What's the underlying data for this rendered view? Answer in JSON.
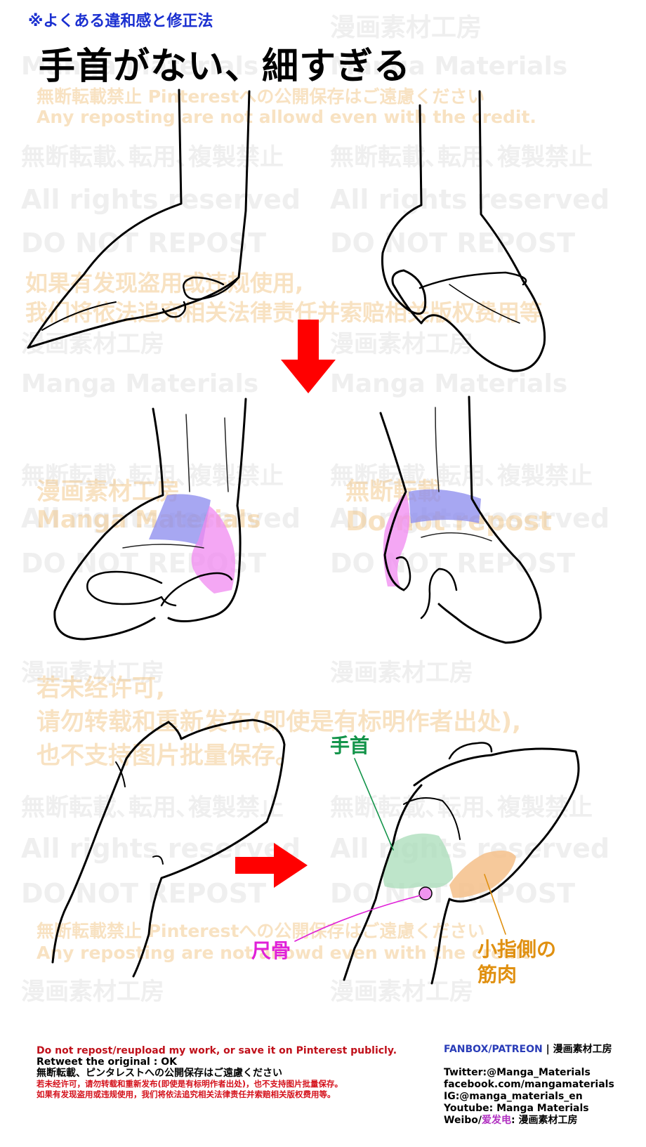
{
  "header": {
    "subtitle": "※よくある違和感と修正法",
    "title": "手首がない、細すぎる"
  },
  "watermarks": {
    "mm_jp": "漫画素材工房",
    "mm_en": "Manga Materials",
    "no_pin": "無断転載禁止 Pinterestへの公開保存はご遠慮ください",
    "any_repost": "Any reposting are not allowd even with the credit.",
    "mudan": "無断転載､転用､複製禁止",
    "rights": "All rights reserved",
    "dnr": "DO NOT REPOST",
    "zh1": "如果有发现盗用或违规使用,",
    "zh2": "我们将依法追究相关法律责任并索赔相关版权费用等",
    "mudan2": "無断転載",
    "do_not": "Do not repost",
    "zh3": "若未经许可,",
    "zh4": "请勿转载和重新发布(即使是有标明作者出处),",
    "zh5": "也不支持图片批量保存。"
  },
  "annotations": {
    "wrist": "手首",
    "ulna": "尺骨",
    "pinky_muscle_1": "小指側の",
    "pinky_muscle_2": "筋肉"
  },
  "colors": {
    "arrow": "#ff0000",
    "wrist_blue": "#8a8aee",
    "wrist_pink": "#f08af0",
    "wrist_green": "#a8dcb8",
    "muscle_orange": "#f4c08a",
    "label_green": "#13944a",
    "label_magenta": "#e020d8",
    "label_orange": "#e09010"
  },
  "footer": {
    "warning_en": "Do not repost/reupload my work, or save it on Pinterest publicly.",
    "retweet": "Retweet the original : OK",
    "warning_jp": "無断転載、ピンタレストへの公開保存はご遠慮ください",
    "warning_zh1": "若未经许可，请勿转载和重新发布(即使是有标明作者出处)，也不支持图片批量保存。",
    "warning_zh2": "如果有发现盗用或违规使用，我们将依法追究相关法律责任并索赔相关版权费用等。",
    "fanbox": "FANBOX/PATREON",
    "separator": "|",
    "studio": "漫画素材工房",
    "twitter": "Twitter:@Manga_Materials",
    "facebook": "facebook.com/mangamaterials",
    "instagram": "IG:@manga_materials_en",
    "youtube": "Youtube: Manga Materials",
    "weibo_prefix": "Weibo/",
    "weibo_aihatsu": "爱发电",
    "weibo_suffix": ": 漫画素材工房"
  }
}
